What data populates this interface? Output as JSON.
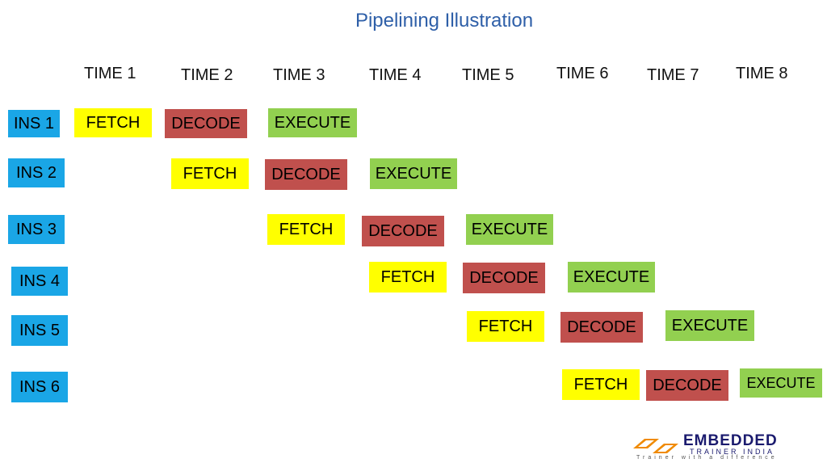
{
  "title": "Pipelining Illustration",
  "times": [
    "TIME 1",
    "TIME 2",
    "TIME 3",
    "TIME 4",
    "TIME 5",
    "TIME 6",
    "TIME 7",
    "TIME 8"
  ],
  "instructions": [
    {
      "label": "INS 1",
      "fetch": "FETCH",
      "decode": "DECODE",
      "execute": "EXECUTE"
    },
    {
      "label": "INS 2",
      "fetch": "FETCH",
      "decode": "DECODE",
      "execute": "EXECUTE"
    },
    {
      "label": "INS 3",
      "fetch": "FETCH",
      "decode": "DECODE",
      "execute": "EXECUTE"
    },
    {
      "label": "INS 4",
      "fetch": "FETCH",
      "decode": "DECODE",
      "execute": "EXECUTE"
    },
    {
      "label": "INS 5",
      "fetch": "FETCH",
      "decode": "DECODE",
      "execute": "EXECUTE"
    },
    {
      "label": "INS 6",
      "fetch": "FETCH",
      "decode": "DECODE",
      "execute": "EXECUTE"
    }
  ],
  "colors": {
    "title": "#2e5fa8",
    "instruction": "#1aa6e6",
    "fetch": "#ffff00",
    "decode": "#c0504d",
    "execute": "#92d050"
  },
  "logo": {
    "word": "EMBEDDED",
    "sub": "TRAINER INDIA",
    "tagline": "Trainer with a difference"
  }
}
